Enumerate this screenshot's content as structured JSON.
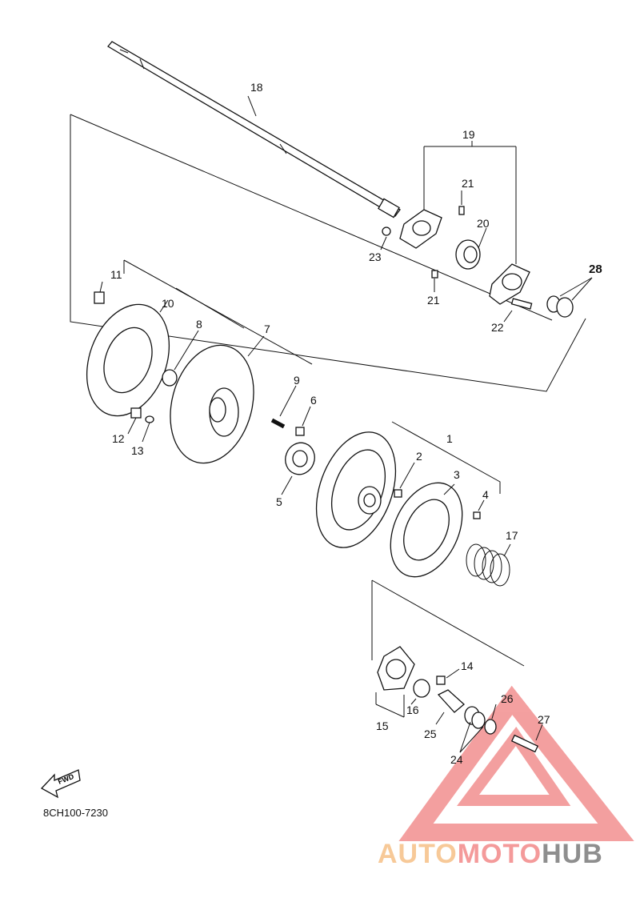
{
  "diagram": {
    "code": "8CH100-7230",
    "fwd_label": "FWD",
    "callouts": [
      {
        "id": "c1",
        "text": "1"
      },
      {
        "id": "c2",
        "text": "2"
      },
      {
        "id": "c3",
        "text": "3"
      },
      {
        "id": "c4",
        "text": "4"
      },
      {
        "id": "c5",
        "text": "5"
      },
      {
        "id": "c6",
        "text": "6"
      },
      {
        "id": "c7",
        "text": "7"
      },
      {
        "id": "c8",
        "text": "8"
      },
      {
        "id": "c9",
        "text": "9"
      },
      {
        "id": "c10",
        "text": "10"
      },
      {
        "id": "c11",
        "text": "11"
      },
      {
        "id": "c12",
        "text": "12"
      },
      {
        "id": "c13",
        "text": "13"
      },
      {
        "id": "c14",
        "text": "14"
      },
      {
        "id": "c15",
        "text": "15"
      },
      {
        "id": "c16",
        "text": "16"
      },
      {
        "id": "c17",
        "text": "17"
      },
      {
        "id": "c18",
        "text": "18"
      },
      {
        "id": "c19",
        "text": "19"
      },
      {
        "id": "c20",
        "text": "20"
      },
      {
        "id": "c21a",
        "text": "21"
      },
      {
        "id": "c21b",
        "text": "21"
      },
      {
        "id": "c22",
        "text": "22"
      },
      {
        "id": "c23",
        "text": "23"
      },
      {
        "id": "c24",
        "text": "24"
      },
      {
        "id": "c25",
        "text": "25"
      },
      {
        "id": "c26",
        "text": "26"
      },
      {
        "id": "c27",
        "text": "27"
      },
      {
        "id": "c28",
        "text": "28"
      }
    ]
  },
  "watermark": {
    "part1": "AUTO",
    "part2": "MOTO",
    "part3": "HUB",
    "color_auto": "#f7c998",
    "color_moto": "#f49a9a",
    "color_hub": "#8e8e8e",
    "logo_color": "#f08080"
  }
}
